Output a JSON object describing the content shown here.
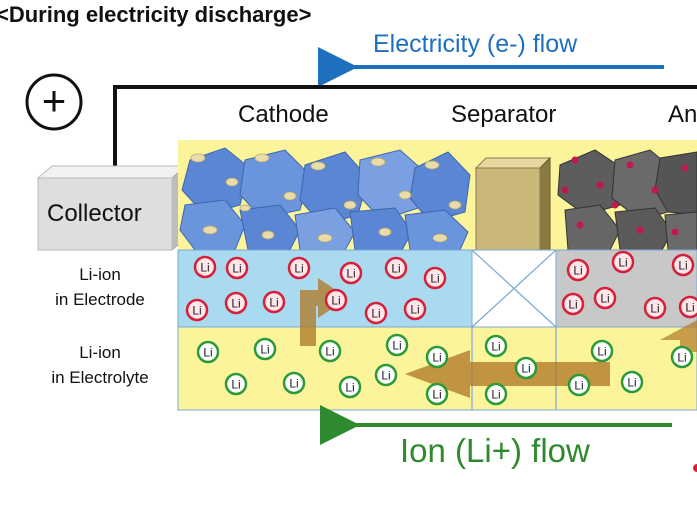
{
  "title": "<During electricity discharge>",
  "electron_flow": {
    "label": "Electricity (e-) flow",
    "color": "#1f6fbf"
  },
  "ion_flow": {
    "label": "Ion (Li+) flow",
    "color": "#2f8a2f"
  },
  "terminal": {
    "symbol": "+"
  },
  "collector": {
    "label": "Collector"
  },
  "regions": {
    "cathode": "Cathode",
    "separator": "Separator",
    "anode": "An"
  },
  "rows": {
    "electrode": [
      "Li-ion",
      "in Electrode"
    ],
    "electrolyte": [
      "Li-ion",
      "in Electrolyte"
    ]
  },
  "ion_symbol": "Li",
  "colors": {
    "electrolyte": "#fbf49a",
    "electrode_cathode": "#a9daf0",
    "electrode_anode": "#c8c8c8",
    "ion_red": "#d6203a",
    "ion_green": "#2b9a38",
    "arrow": "#b07a28",
    "cathode_crystal": "#5a86d4",
    "anode_crystal": "#5d5d5d"
  }
}
